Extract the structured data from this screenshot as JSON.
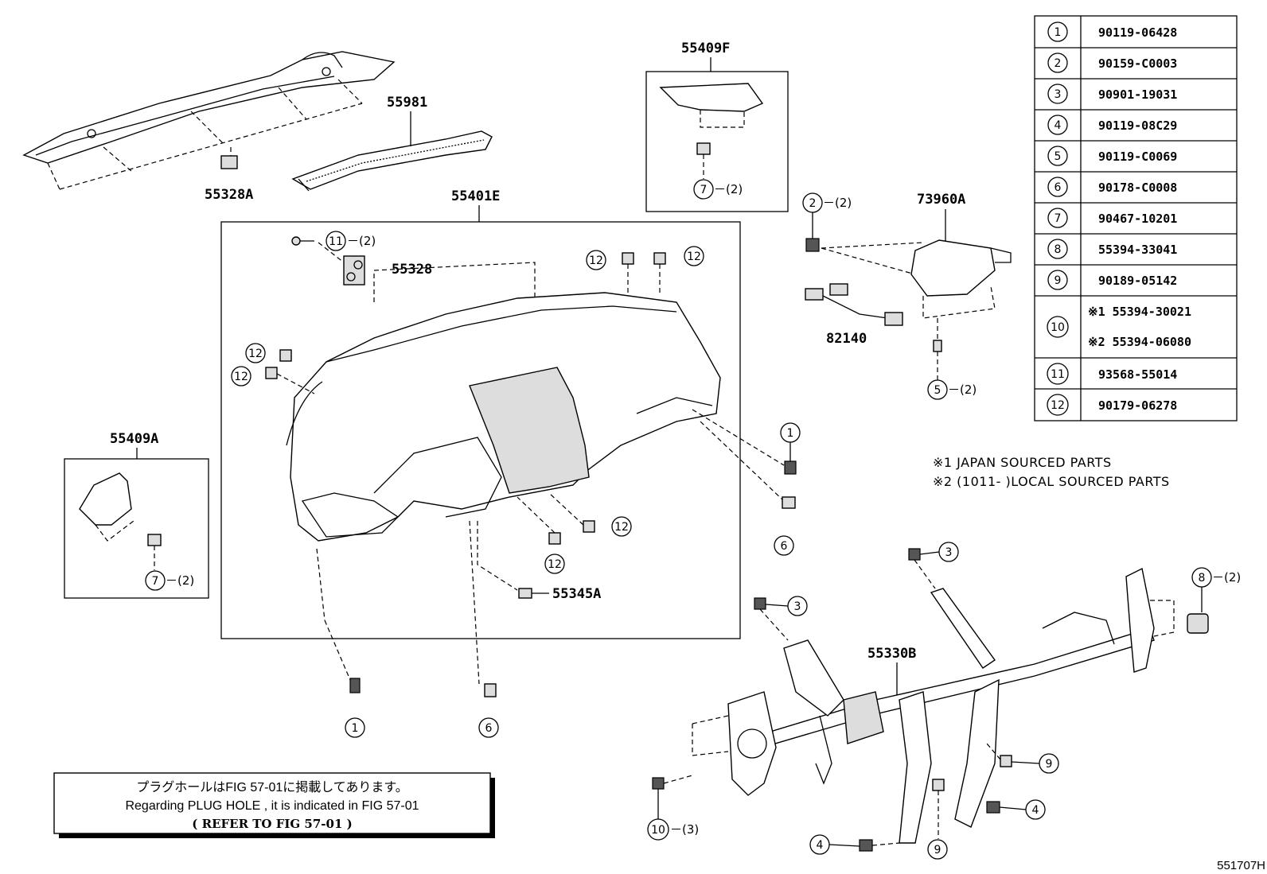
{
  "callouts": {
    "p55409F": "55409F",
    "p55981": "55981",
    "p55328A": "55328A",
    "p55401E": "55401E",
    "p55328": "55328",
    "p73960A": "73960A",
    "p82140": "82140",
    "p55409A": "55409A",
    "p55345A": "55345A",
    "p55330B": "55330B"
  },
  "markers": {
    "m1": "1",
    "m2": "2",
    "m3": "3",
    "m4": "4",
    "m5": "5",
    "m6": "6",
    "m7": "7",
    "m8": "8",
    "m9": "9",
    "m10": "10",
    "m11": "11",
    "m12": "12"
  },
  "quantities": {
    "q2": "－(2)",
    "q3": "－(3)"
  },
  "parts_table": [
    {
      "ref": "1",
      "part": "90119-06428"
    },
    {
      "ref": "2",
      "part": "90159-C0003"
    },
    {
      "ref": "3",
      "part": "90901-19031"
    },
    {
      "ref": "4",
      "part": "90119-08C29"
    },
    {
      "ref": "5",
      "part": "90119-C0069"
    },
    {
      "ref": "6",
      "part": "90178-C0008"
    },
    {
      "ref": "7",
      "part": "90467-10201"
    },
    {
      "ref": "8",
      "part": "55394-33041"
    },
    {
      "ref": "9",
      "part": "90189-05142"
    },
    {
      "ref": "10",
      "part_a": "※1 55394-30021",
      "part_b": "※2 55394-06080"
    },
    {
      "ref": "11",
      "part": "93568-55014"
    },
    {
      "ref": "12",
      "part": "90179-06278"
    }
  ],
  "notes": {
    "note1": "※1 JAPAN SOURCED PARTS",
    "note2": "※2 (1011-      )LOCAL SOURCED PARTS"
  },
  "plug_hole": {
    "line_jp": "プラグホールはFIG 57-01に掲載してあります。",
    "line_en": "Regarding  PLUG HOLE , it is indicated in FIG 57-01",
    "refer": "(  REFER TO FIG 57-01  )"
  },
  "figure_id": "551707H"
}
